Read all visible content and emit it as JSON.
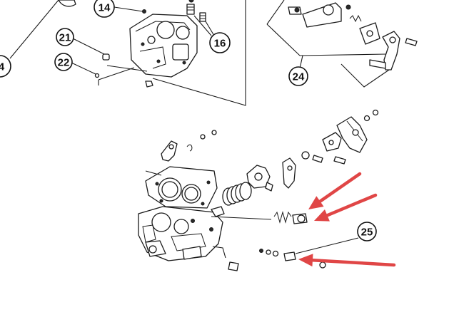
{
  "diagram": {
    "callouts": [
      {
        "id": "c4",
        "label": "4"
      },
      {
        "id": "c14",
        "label": "14"
      },
      {
        "id": "c16",
        "label": "16"
      },
      {
        "id": "c21",
        "label": "21"
      },
      {
        "id": "c22",
        "label": "22"
      },
      {
        "id": "c24",
        "label": "24"
      },
      {
        "id": "c25",
        "label": "25"
      }
    ],
    "annotation_arrow_color": "#e04646",
    "annotation_arrows": 3
  }
}
